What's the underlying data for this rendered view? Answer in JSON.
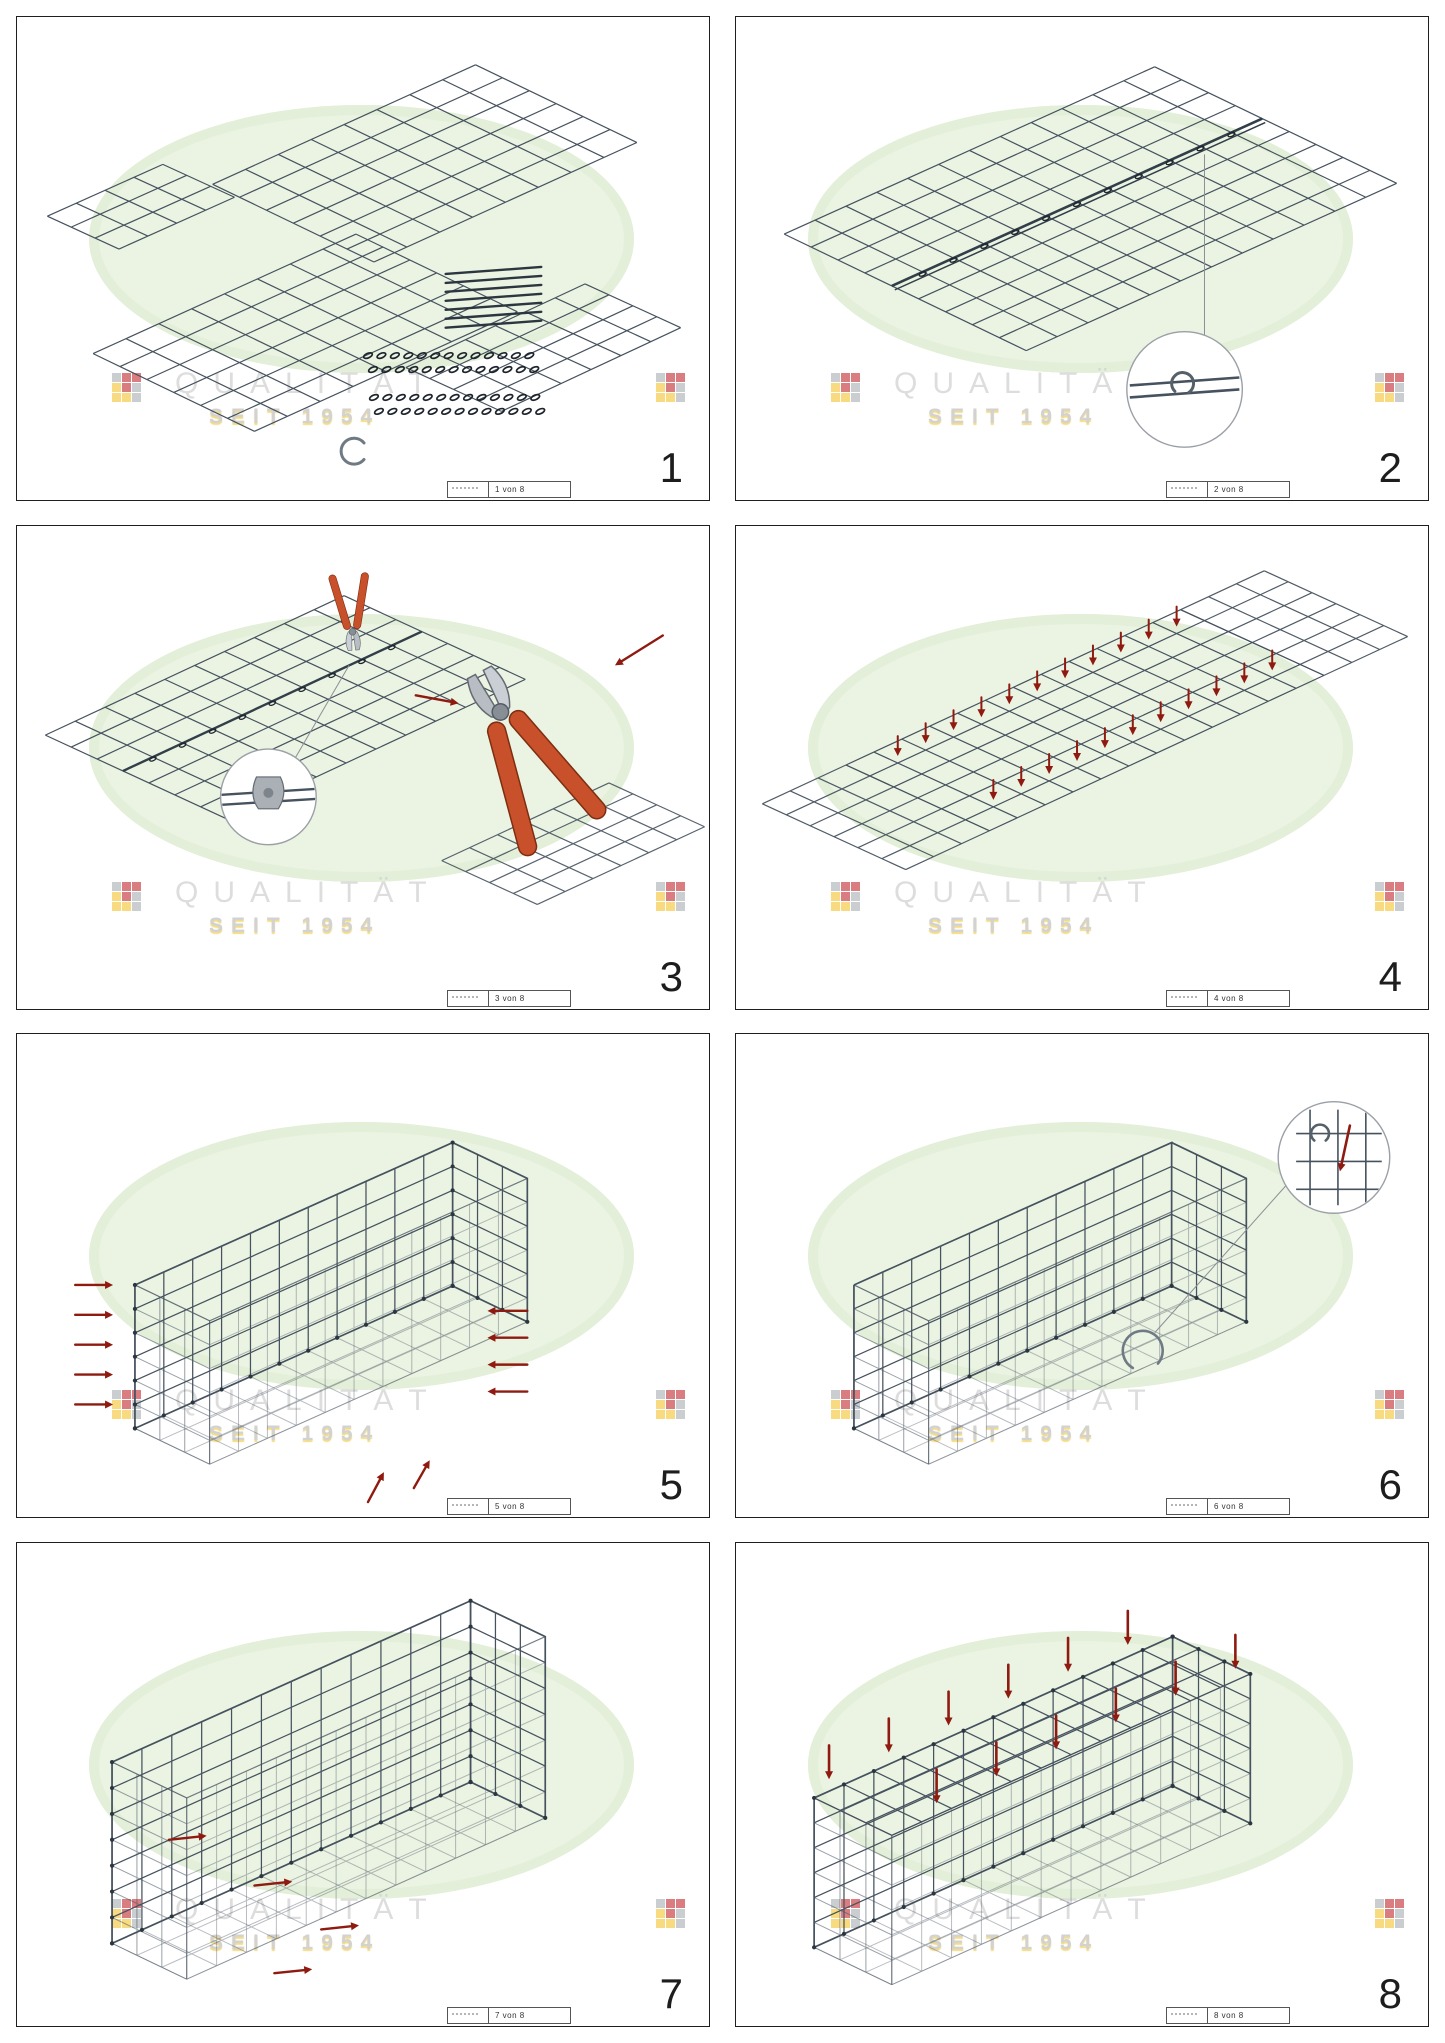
{
  "document": {
    "pages_total": 8,
    "type": "assembly-instructions"
  },
  "watermark": {
    "line1": "QUALITÄT",
    "line2": "SEIT 1954",
    "ellipse_color": "#e7f1dd",
    "text_color": "#d2d2d2",
    "accent_color": "#ebc63c",
    "logo_colors": [
      "#a8adb1",
      "#c2262e",
      "#c2262e",
      "#f3c32c",
      "#c2262e",
      "#a8adb1",
      "#f3c32c",
      "#f3c32c",
      "#a8adb1"
    ]
  },
  "colors": {
    "mesh": "#46525e",
    "mesh_dark": "#323e48",
    "arrow": "#8e1a10",
    "tool_handle": "#c8502a",
    "tool_head": "#b7bdc3",
    "panel_border": "#1f1f1f",
    "page_number": "#1d1d1d"
  },
  "panels": [
    {
      "number": "1",
      "sheet_label": "1 von 8",
      "scene": "parts-overview"
    },
    {
      "number": "2",
      "sheet_label": "2 von 8",
      "scene": "mesh-join"
    },
    {
      "number": "3",
      "sheet_label": "3 von 8",
      "scene": "mesh-cut"
    },
    {
      "number": "4",
      "sheet_label": "4 von 8",
      "scene": "fold-up"
    },
    {
      "number": "5",
      "sheet_label": "5 von 8",
      "scene": "spiral-sides"
    },
    {
      "number": "6",
      "sheet_label": "6 von 8",
      "scene": "hook-detail"
    },
    {
      "number": "7",
      "sheet_label": "7 von 8",
      "scene": "insert-spirals"
    },
    {
      "number": "8",
      "sheet_label": "8 von 8",
      "scene": "close-lid"
    }
  ]
}
